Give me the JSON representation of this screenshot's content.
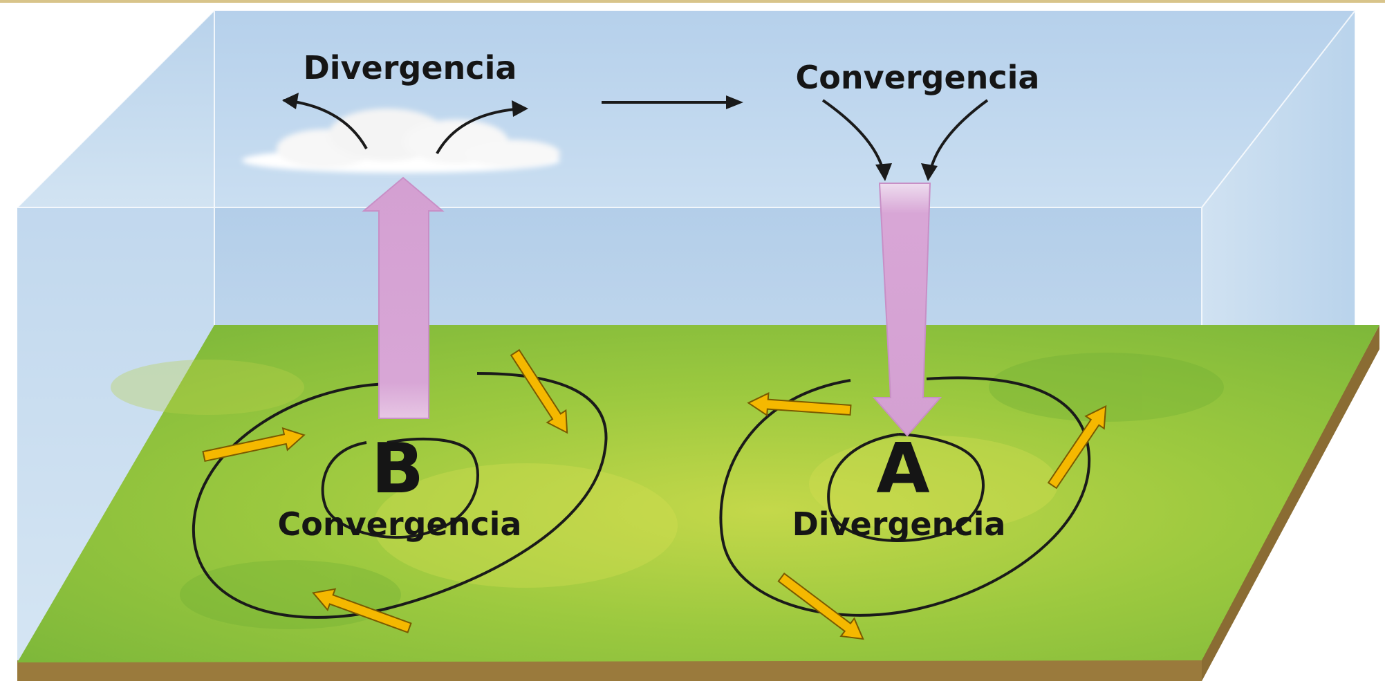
{
  "diagram": {
    "upper_left_label": "Divergencia",
    "upper_right_label": "Convergencia",
    "low_center_letter": "B",
    "low_center_label": "Convergencia",
    "high_center_letter": "A",
    "high_center_label": "Divergencia"
  },
  "colors": {
    "sky_top": "#a9c8e6",
    "sky_bottom": "#d7e7f4",
    "ground": "#8cc23e",
    "ground_highlight": "#c9d94a",
    "soil": "#9a7a3c",
    "vertical_arrow": "#d8a8d6",
    "surface_arrow": "#f5b800",
    "contour": "#1a1a1a"
  }
}
